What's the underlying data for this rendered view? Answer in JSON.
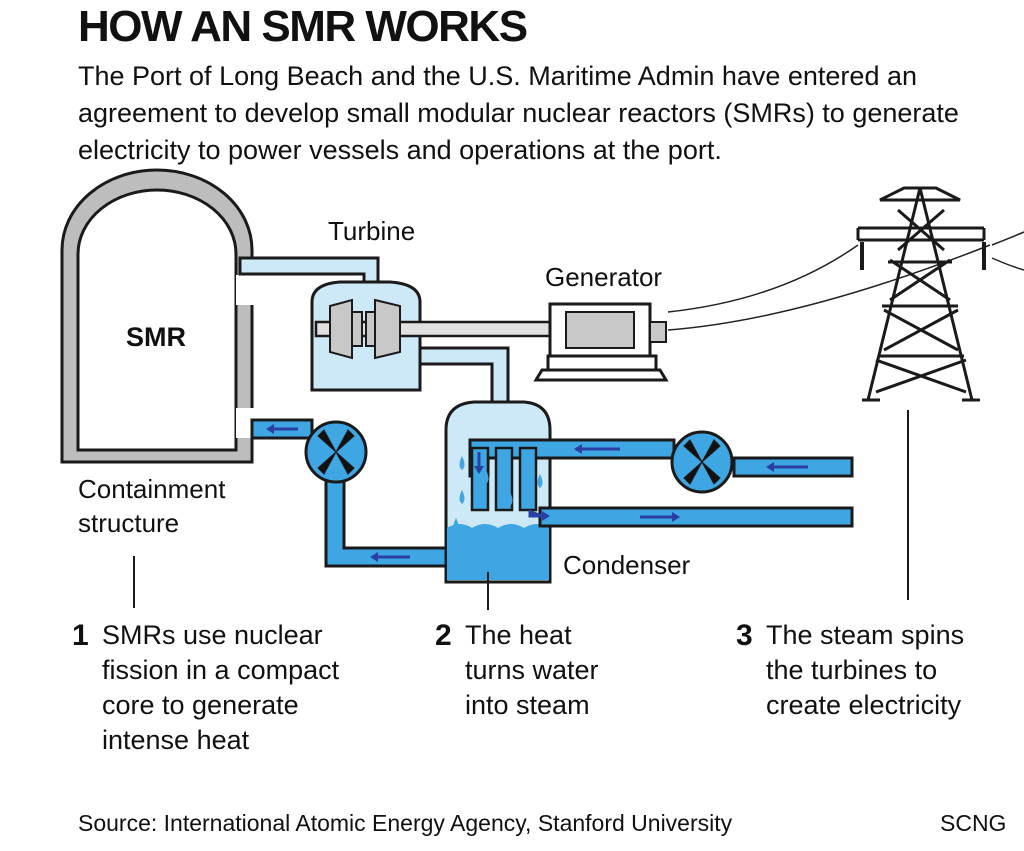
{
  "title": "HOW AN SMR WORKS",
  "intro": "The Port of Long Beach and the U.S. Maritime Admin have entered an agreement to develop small modular nuclear reactors (SMRs) to generate electricity to power vessels and operations at the port.",
  "labels": {
    "smr": "SMR",
    "turbine": "Turbine",
    "generator": "Generator",
    "containment": "Containment structure",
    "condenser": "Condenser"
  },
  "steps": [
    {
      "number": "1",
      "text": "SMRs use nuclear fission in a compact core to generate intense heat"
    },
    {
      "number": "2",
      "text": "The heat turns water into steam"
    },
    {
      "number": "3",
      "text": "The steam spins the turbines to create electricity"
    }
  ],
  "footer": {
    "source": "Source: International Atomic Energy Agency, Stanford University",
    "credit": "SCNG"
  },
  "colors": {
    "water": "#3ea6e3",
    "steam": "#cde9f7",
    "flow_arrow": "#2a3fa5",
    "outline": "#1a1a1a",
    "wall": "#bdbdbd"
  }
}
